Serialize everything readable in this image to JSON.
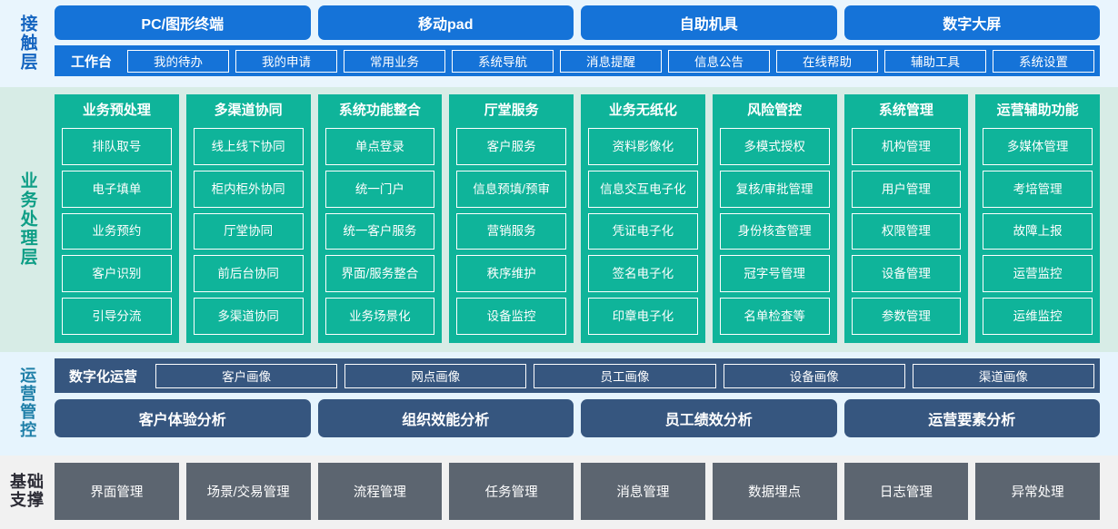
{
  "colors": {
    "contact_bg": "#e9f5fd",
    "contact_accent": "#1573d8",
    "business_bg": "#d7ece6",
    "business_accent": "#0fb49a",
    "ops_bg": "#e6f4fd",
    "ops_accent": "#36567f",
    "base_bg": "#f1f1f1",
    "base_accent": "#5c6570"
  },
  "contact_layer": {
    "label": "接触层",
    "terminals": [
      {
        "label": "PC/图形终端"
      },
      {
        "label": "移动pad"
      },
      {
        "label": "自助机具"
      },
      {
        "label": "数字大屏"
      }
    ],
    "workbench_title": "工作台",
    "workbench_items": [
      {
        "label": "我的待办"
      },
      {
        "label": "我的申请"
      },
      {
        "label": "常用业务"
      },
      {
        "label": "系统导航"
      },
      {
        "label": "消息提醒"
      },
      {
        "label": "信息公告"
      },
      {
        "label": "在线帮助"
      },
      {
        "label": "辅助工具"
      },
      {
        "label": "系统设置"
      }
    ]
  },
  "business_layer": {
    "label": "业务处理层",
    "columns": [
      {
        "title": "业务预处理",
        "items": [
          "排队取号",
          "电子填单",
          "业务预约",
          "客户识别",
          "引导分流"
        ]
      },
      {
        "title": "多渠道协同",
        "items": [
          "线上线下协同",
          "柜内柜外协同",
          "厅堂协同",
          "前后台协同",
          "多渠道协同"
        ]
      },
      {
        "title": "系统功能整合",
        "items": [
          "单点登录",
          "统一门户",
          "统一客户服务",
          "界面/服务整合",
          "业务场景化"
        ]
      },
      {
        "title": "厅堂服务",
        "items": [
          "客户服务",
          "信息预填/预审",
          "营销服务",
          "秩序维护",
          "设备监控"
        ]
      },
      {
        "title": "业务无纸化",
        "items": [
          "资料影像化",
          "信息交互电子化",
          "凭证电子化",
          "签名电子化",
          "印章电子化"
        ]
      },
      {
        "title": "风险管控",
        "items": [
          "多模式授权",
          "复核/审批管理",
          "身份核查管理",
          "冠字号管理",
          "名单检查等"
        ]
      },
      {
        "title": "系统管理",
        "items": [
          "机构管理",
          "用户管理",
          "权限管理",
          "设备管理",
          "参数管理"
        ]
      },
      {
        "title": "运营辅助功能",
        "items": [
          "多媒体管理",
          "考培管理",
          "故障上报",
          "运营监控",
          "运维监控"
        ]
      }
    ]
  },
  "ops_layer": {
    "label": "运营管控",
    "portrait_title": "数字化运营",
    "portrait_items": [
      {
        "label": "客户画像"
      },
      {
        "label": "网点画像"
      },
      {
        "label": "员工画像"
      },
      {
        "label": "设备画像"
      },
      {
        "label": "渠道画像"
      }
    ],
    "analysis_items": [
      {
        "label": "客户体验分析"
      },
      {
        "label": "组织效能分析"
      },
      {
        "label": "员工绩效分析"
      },
      {
        "label": "运营要素分析"
      }
    ]
  },
  "base_layer": {
    "label_line1": "基础",
    "label_line2": "支撑",
    "items": [
      {
        "label": "界面管理"
      },
      {
        "label": "场景/交易管理"
      },
      {
        "label": "流程管理"
      },
      {
        "label": "任务管理"
      },
      {
        "label": "消息管理"
      },
      {
        "label": "数据埋点"
      },
      {
        "label": "日志管理"
      },
      {
        "label": "异常处理"
      }
    ]
  }
}
